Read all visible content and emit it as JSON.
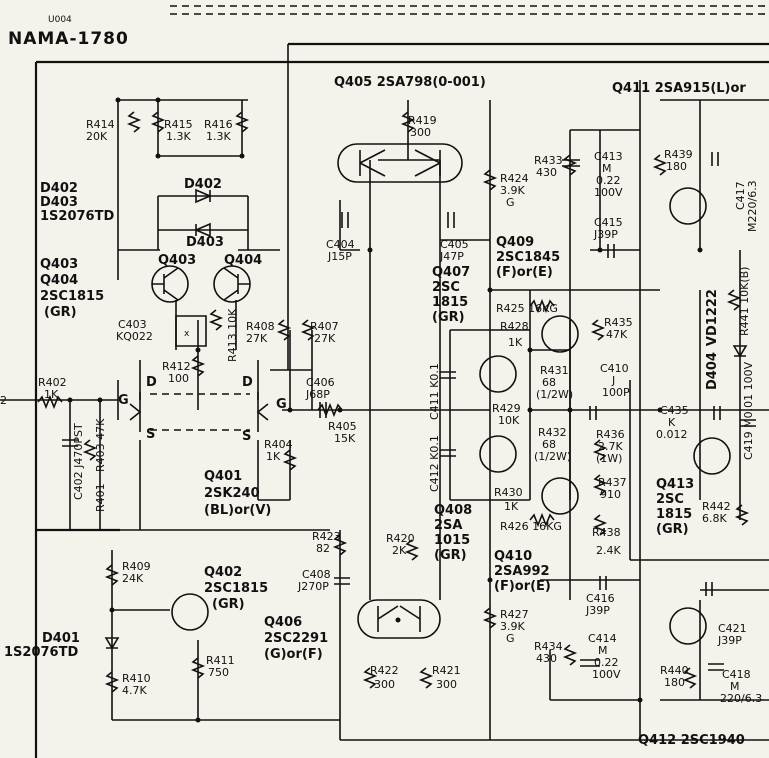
{
  "header": {
    "code": "U004",
    "model": "NAMA-1780"
  },
  "top_labels": {
    "q405": "Q405  2SA798(0-001)",
    "q411": "Q411  2SA915(L)or",
    "q412": "Q412  2SC1940"
  },
  "components": {
    "r414": [
      "R414",
      "20K"
    ],
    "r415": [
      "R415",
      "1.3K"
    ],
    "r416": [
      "R416",
      "1.3K"
    ],
    "r419": [
      "R419",
      "300"
    ],
    "r424": [
      "R424",
      "3.9K",
      "G"
    ],
    "r433": [
      "R433",
      "430"
    ],
    "c413": [
      "C413",
      "M",
      "0.22",
      "100V"
    ],
    "r439": [
      "R439",
      "180"
    ],
    "c417": [
      "C417",
      "M220/6.3"
    ],
    "d402a": [
      "D402",
      "D403",
      "1S2076TD"
    ],
    "d402": "D402",
    "d403": "D403",
    "c415": [
      "C415",
      "J39P"
    ],
    "c404": [
      "C404",
      "J15P"
    ],
    "c405": [
      "C405",
      "J47P"
    ],
    "q409": [
      "Q409",
      "2SC1845",
      "(F)or(E)"
    ],
    "q403": [
      "Q403",
      "Q404",
      "2SC1815",
      "(GR)"
    ],
    "q403b": "Q403",
    "q404b": "Q404",
    "q407": [
      "Q407",
      "2SC",
      "1815",
      "(GR)"
    ],
    "r425": "R425 16KG",
    "r441": "R441 10K(B)",
    "c403": [
      "C403",
      "KQ022"
    ],
    "r408": [
      "R408",
      "27K"
    ],
    "r407": [
      "R407",
      "27K"
    ],
    "r428": [
      "R428",
      "1K"
    ],
    "r435": [
      "R435",
      "47K"
    ],
    "r413": "R413 10K",
    "r412": [
      "R412",
      "100"
    ],
    "c411": "C411 K0.1",
    "r431": [
      "R431",
      "68",
      "(1/2W)"
    ],
    "c410": [
      "C410",
      "J",
      "100P"
    ],
    "d404": [
      "D404",
      "VD1222"
    ],
    "r402": [
      "R402",
      "1K"
    ],
    "c406": [
      "C406",
      "J68P"
    ],
    "r405": [
      "R405",
      "15K"
    ],
    "r429": [
      "R429",
      "10K"
    ],
    "r436": [
      "R436",
      "2.7K",
      "(1W)"
    ],
    "c435": [
      "C435",
      "K",
      "0.012"
    ],
    "c419": "C419 M0.01 100V",
    "c402": "C402 J470PST",
    "r401": "R401",
    "r403": "R403 47K",
    "r404": [
      "R404",
      "1K"
    ],
    "c412": "C412 K0.1",
    "r432": [
      "R432",
      "68",
      "(1/2W)"
    ],
    "r437": [
      "R437",
      "910"
    ],
    "q401": [
      "Q401",
      "2SK240",
      "(BL)or(V)"
    ],
    "q408": [
      "Q408",
      "2SA",
      "1015",
      "(GR)"
    ],
    "r430": [
      "R430",
      "1K"
    ],
    "r426": "R426 16KG",
    "r438": [
      "R438",
      "2.4K"
    ],
    "q413": [
      "Q413",
      "2SC",
      "1815",
      "(GR)"
    ],
    "r442": [
      "R442",
      "6.8K"
    ],
    "r423": [
      "R423",
      "82"
    ],
    "r420": [
      "R420",
      "2K"
    ],
    "q410": [
      "Q410",
      "2SA992",
      "(F)or(E)"
    ],
    "r409": [
      "R409",
      "24K"
    ],
    "q402": [
      "Q402",
      "2SC1815",
      "(GR)"
    ],
    "c408": [
      "C408",
      "J270P"
    ],
    "c416": [
      "C416",
      "J39P"
    ],
    "q406": [
      "Q406",
      "2SC2291",
      "(G)or(F)"
    ],
    "r427": [
      "R427",
      "3.9K",
      "G"
    ],
    "c414": [
      "C414",
      "M",
      "0.22",
      "100V"
    ],
    "c421": [
      "C421",
      "J39P"
    ],
    "d401": [
      "D401",
      "1S2076TD"
    ],
    "r434": [
      "R434",
      "430"
    ],
    "r440": [
      "R440",
      "180"
    ],
    "c418": [
      "C418",
      "M",
      "220/6.3"
    ],
    "r410": [
      "R410",
      "4.7K"
    ],
    "r411": [
      "R411",
      "750"
    ],
    "r422": [
      "R422",
      "300"
    ],
    "r421": [
      "R421",
      "300"
    ],
    "pin_d1": "D",
    "pin_d2": "D",
    "pin_g1": "G",
    "pin_g2": "G",
    "pin_s1": "S",
    "pin_s2": "S",
    "pin_x": "x",
    "edge2": "2"
  }
}
